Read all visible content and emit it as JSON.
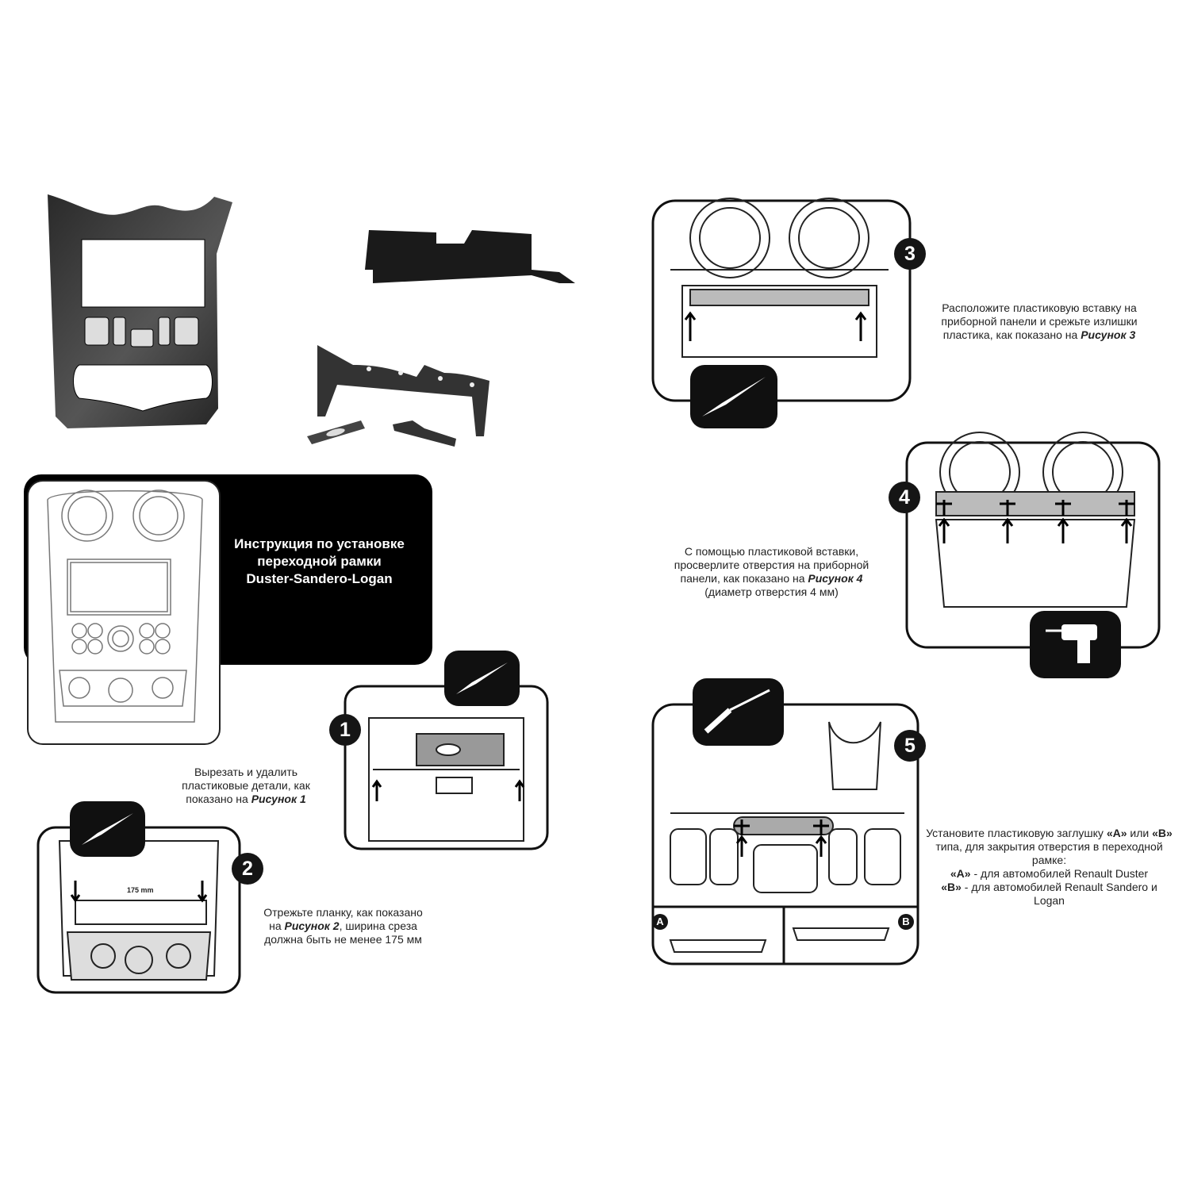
{
  "title": {
    "line1": "Инструкция по установке",
    "line2": "переходной рамки",
    "line3": "Duster-Sandero-Logan"
  },
  "steps": [
    {
      "number": "1",
      "caption": "Вырезать и удалить пластиковые детали, как показано на ",
      "ref": "Рисунок 1"
    },
    {
      "number": "2",
      "caption_before": "Отрежьте планку, как показано на ",
      "ref": "Рисунок 2",
      "caption_after": ", ширина среза должна быть не менее 175 мм",
      "dimension_label": "175 mm"
    },
    {
      "number": "3",
      "caption": "Расположите пластиковую вставку на приборной панели и срежьте излишки пластика, как показано на ",
      "ref": "Рисунок 3"
    },
    {
      "number": "4",
      "caption": "С помощью пластиковой вставки, просверлите отверстия на приборной панели, как показано на ",
      "ref": "Рисунок 4",
      "caption_after": "(диаметр отверстия 4 мм)"
    },
    {
      "number": "5",
      "caption": "Установите пластиковую заглушку ",
      "a_mark": "«A»",
      "caption_mid": " или ",
      "b_mark": "«B»",
      "caption_after": " типа, для закрытия отверстия в переходной рамке:",
      "a_line": " - для автомобилей Renault Duster",
      "b_line": " - для автомобилей Renault Sandero и Logan"
    }
  ],
  "plug_labels": {
    "a": "A",
    "b": "B"
  }
}
